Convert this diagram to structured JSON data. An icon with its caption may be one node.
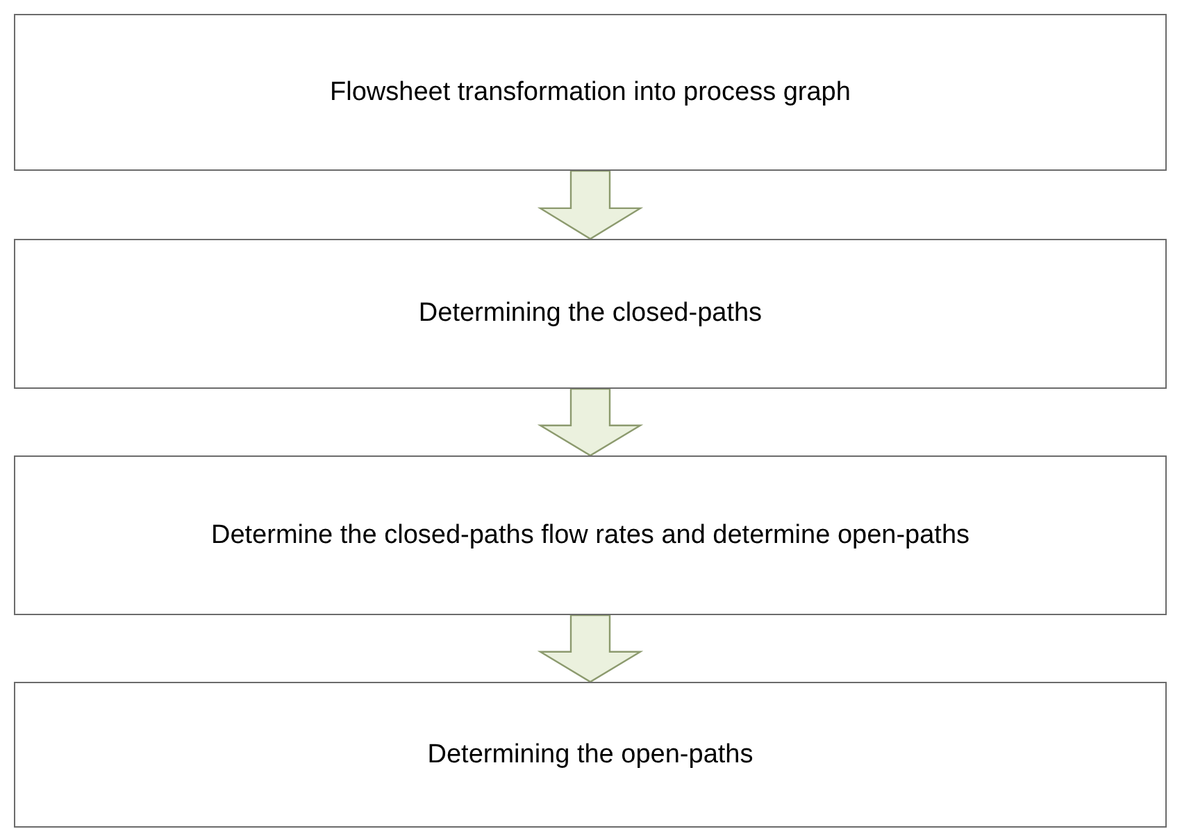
{
  "diagram": {
    "nodes": [
      {
        "text": [
          "Flowsheet transformation into process graph"
        ]
      },
      {
        "text": [
          "Determining the closed-paths"
        ]
      },
      {
        "text": [
          "Determine the closed-paths flow rates and determine open-paths"
        ]
      },
      {
        "text": [
          "Determining the open-paths"
        ]
      }
    ],
    "edges": [
      {
        "from": 0,
        "to": 1,
        "arrow": "to"
      },
      {
        "from": 1,
        "to": 2,
        "arrow": "to"
      },
      {
        "from": 2,
        "to": 3,
        "arrow": "to"
      }
    ]
  }
}
